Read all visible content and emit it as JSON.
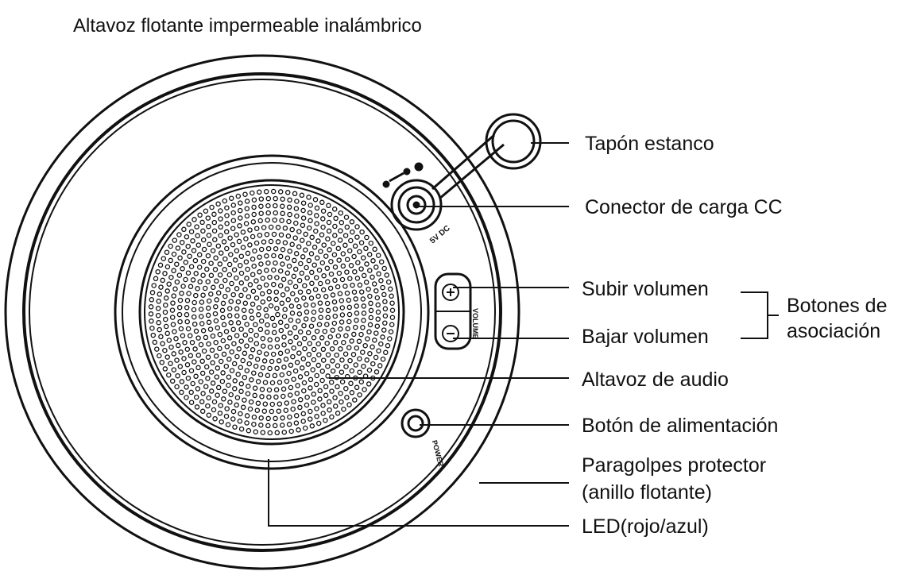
{
  "title": "Altavoz flotante impermeable inalámbrico",
  "callouts": {
    "tapon": "Tapón estanco",
    "conector": "Conector de carga CC",
    "subir": "Subir volumen",
    "bajar": "Bajar volumen",
    "botones_line1": "Botones de",
    "botones_line2": "asociación",
    "altavoz": "Altavoz de audio",
    "boton_alimentacion": "Botón de alimentación",
    "paragolpes_line1": "Paragolpes protector",
    "paragolpes_line2": "(anillo flotante)",
    "led": "LED(rojo/azul)"
  },
  "device_markings": {
    "volume": "VOLUME",
    "dc": "5V DC",
    "power": "POWER"
  },
  "colors": {
    "ink": "#111111",
    "background": "#ffffff"
  }
}
